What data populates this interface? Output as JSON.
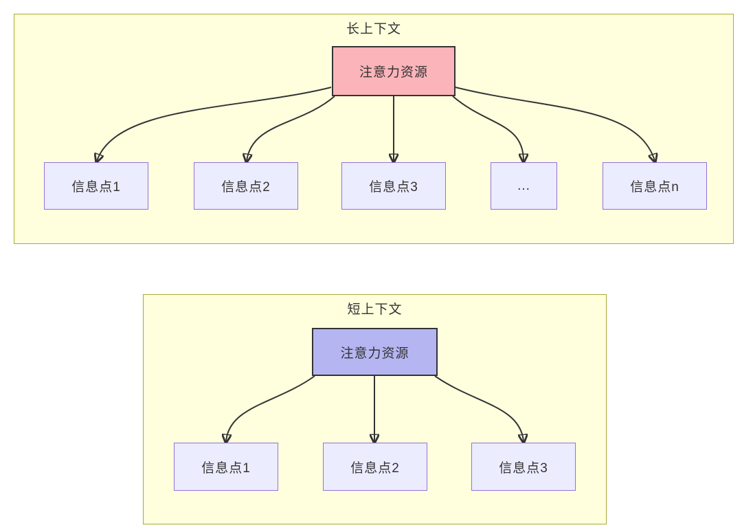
{
  "clusters": [
    {
      "title": "长上下文",
      "root_label": "注意力资源",
      "children": [
        "信息点1",
        "信息点2",
        "信息点3",
        "...",
        "信息点n"
      ]
    },
    {
      "title": "短上下文",
      "root_label": "注意力资源",
      "children": [
        "信息点1",
        "信息点2",
        "信息点3"
      ]
    }
  ],
  "colors": {
    "cluster_fill": "#ffffde",
    "cluster_border": "#aaaa33",
    "node_fill": "#ececff",
    "node_border": "#9370db",
    "long_root_fill": "#fbb4ba",
    "short_root_fill": "#b5b5f2",
    "root_border": "#333333",
    "edge": "#333333",
    "text": "#333333"
  }
}
